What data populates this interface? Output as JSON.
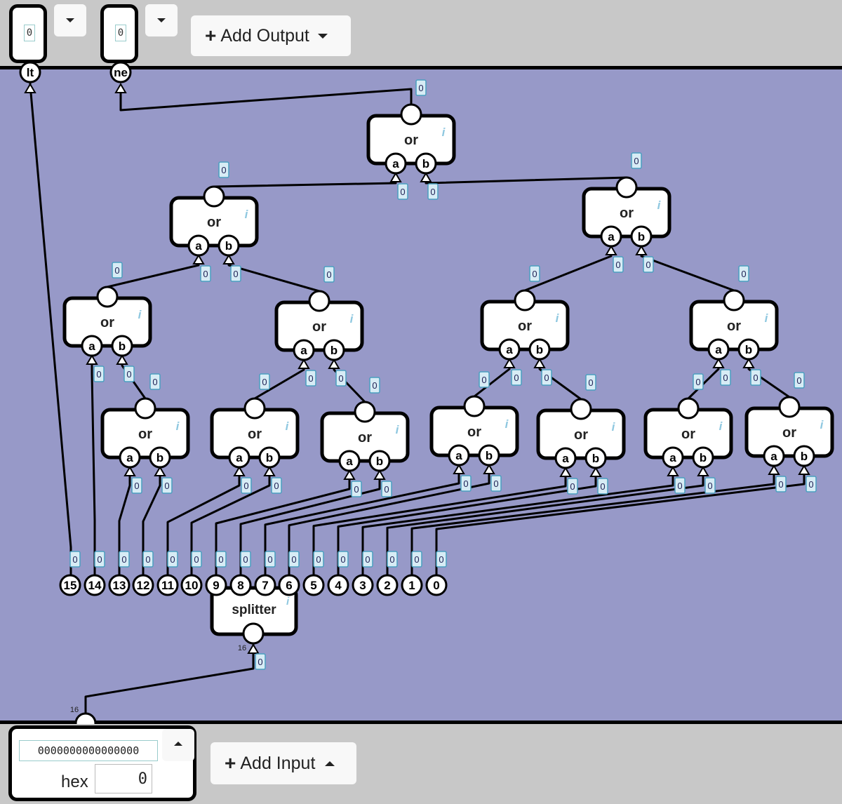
{
  "outputs": [
    {
      "label": "lt",
      "value": "0"
    },
    {
      "label": "ne",
      "value": "0"
    }
  ],
  "add_output_label": "Add Output",
  "add_input_label": "Add Input",
  "input": {
    "bits": "0000000000000000",
    "format_label": "hex",
    "value": "0",
    "bus_width": "16"
  },
  "gate_name": "or",
  "gate_inputs": [
    "a",
    "b"
  ],
  "wire_value": "0",
  "info_glyph": "i",
  "splitter": {
    "label": "splitter",
    "width": "16",
    "ports": [
      "15",
      "14",
      "13",
      "12",
      "11",
      "10",
      "9",
      "8",
      "7",
      "6",
      "5",
      "4",
      "3",
      "2",
      "1",
      "0"
    ]
  }
}
